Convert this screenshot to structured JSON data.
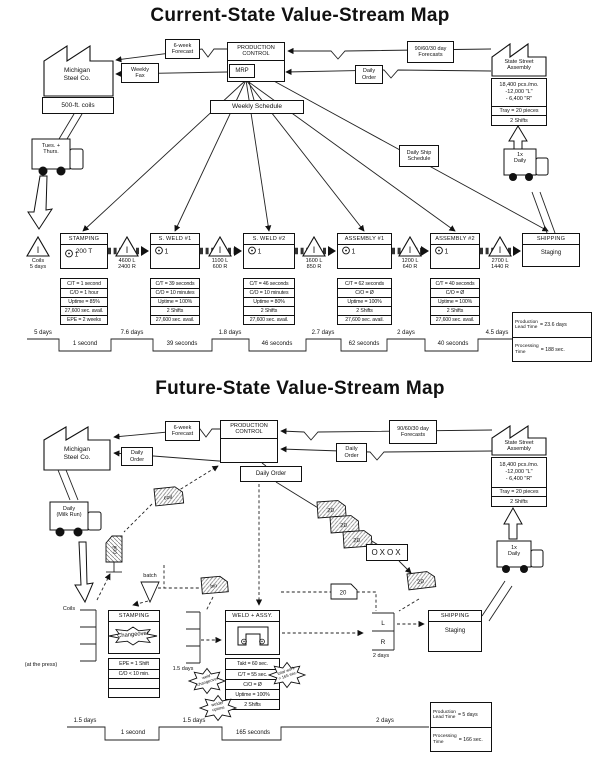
{
  "inv_glyph": "I",
  "current": {
    "title": "Current-State Value-Stream Map",
    "supplier_name": "Michigan\nSteel Co.",
    "supplier_coils": "500-ft. coils",
    "forecast_6wk": "6-week\nForecast",
    "weekly_fax": "Weekly\nFax",
    "production_control": "PRODUCTION\nCONTROL",
    "mrp": "MRP",
    "weekly_schedule": "Weekly Schedule",
    "forecast_906030": "90/60/30 day\nForecasts",
    "daily_order": "Daily\nOrder",
    "daily_ship_schedule": "Daily Ship\nSchedule",
    "customer_name": "State Street\nAssembly",
    "customer_demand": "18,400 pcs./mo.\n-12,000 \"L\"\n- 6,400 \"R\"",
    "customer_tray": "Tray = 20 pieces",
    "customer_shifts": "2 Shifts",
    "truck_left": "Tues. +\nThurs.",
    "truck_right": "1x\nDaily",
    "inv_coils": "Coils\n5 days",
    "inventories": [
      "4600 L\n2400 R",
      "1100 L\n600 R",
      "1600 L\n850 R",
      "1200 L\n640 R",
      "2700 L\n1440 R"
    ],
    "processes": [
      {
        "title": "STAMPING",
        "sub": "200 T",
        "op": "1"
      },
      {
        "title": "S. WELD #1",
        "op": "1"
      },
      {
        "title": "S. WELD #2",
        "op": "1"
      },
      {
        "title": "ASSEMBLY #1",
        "op": "1"
      },
      {
        "title": "ASSEMBLY #2",
        "op": "1"
      }
    ],
    "shipping_title": "SHIPPING",
    "shipping_sub": "Staging",
    "databoxes": [
      [
        "C/T = 1 second",
        "C/O = 1 hour",
        "Uptime = 85%",
        "27,600 sec. avail.",
        "EPE = 2 weeks"
      ],
      [
        "C/T = 39 seconds",
        "C/O = 10 minutes",
        "Uptime = 100%",
        "2 Shifts",
        "27,600 sec. avail."
      ],
      [
        "C/T = 46 seconds",
        "C/O = 10 minutes",
        "Uptime = 80%",
        "2 Shifts",
        "27,600 sec. avail."
      ],
      [
        "C/T = 62 seconds",
        "C/O = Ø",
        "Uptime = 100%",
        "2 Shifts",
        "27,600 sec. avail."
      ],
      [
        "C/T = 40 seconds",
        "C/O = Ø",
        "Uptime = 100%",
        "2 Shifts",
        "27,600 sec. avail."
      ]
    ],
    "timeline_days": [
      "5 days",
      "7.6 days",
      "1.8 days",
      "2.7 days",
      "2 days",
      "4.5 days"
    ],
    "timeline_secs": [
      "1 second",
      "39 seconds",
      "46 seconds",
      "62 seconds",
      "40 seconds"
    ],
    "lead_label": "Production\nLead Time",
    "lead_value": "= 23.6 days",
    "proc_label": "Processing\nTime",
    "proc_value": "= 188 sec."
  },
  "future": {
    "title": "Future-State Value-Stream Map",
    "supplier_name": "Michigan\nSteel Co.",
    "forecast_6wk": "6-week\nForecast",
    "daily_order_left": "Daily\nOrder",
    "production_control": "PRODUCTION\nCONTROL",
    "daily_order_mid": "Daily Order",
    "forecast_906030": "90/60/30 day\nForecasts",
    "daily_order_right": "Daily\nOrder",
    "customer_name": "State Street\nAssembly",
    "customer_demand": "18,400 pcs./mo.\n-12,000 \"L\"\n- 6,400 \"R\"",
    "customer_tray": "Tray = 20 pieces",
    "customer_shifts": "2 Shifts",
    "truck_left": "Daily\n(Milk Run)",
    "truck_right": "1x\nDaily",
    "kanban_coil": "coil",
    "kanban_coil2": "coil",
    "kanban_batch": "batch",
    "kanban_bin": "bin",
    "kanban_20s": [
      "20",
      "20",
      "20",
      "20",
      "20"
    ],
    "load_leveling": "OXOX",
    "coils_label": "Coils",
    "at_press": "(at the press)",
    "stamping_title": "STAMPING",
    "stamping_burst": "Changeover",
    "stamping_data": [
      "EPE = 1 Shift",
      "C/O < 10 min.",
      "",
      ""
    ],
    "weld_title": "WELD + ASSY.",
    "weld_data": [
      "Takt = 60 sec.",
      "C/T = 55 sec.",
      "C/O = Ø",
      "Uptime = 100%",
      "2 Shifts"
    ],
    "burst_weld_co": "weld\nchangeover",
    "burst_welder_uptime": "welder\nuptime",
    "burst_total_work": "total work\n= 165 sec.",
    "sm_mid_days": "1.5 days",
    "sm_L": "L",
    "sm_R": "R",
    "sm_days": "2 days",
    "shipping_title": "SHIPPING",
    "shipping_sub": "Staging",
    "timeline_days": [
      "1.5 days",
      "1.5 days",
      "2 days"
    ],
    "timeline_secs": [
      "1 second",
      "165 seconds"
    ],
    "lead_label": "Production\nLead Time",
    "lead_value": "= 5 days",
    "proc_label": "Processing\nTime",
    "proc_value": "= 166 sec."
  }
}
